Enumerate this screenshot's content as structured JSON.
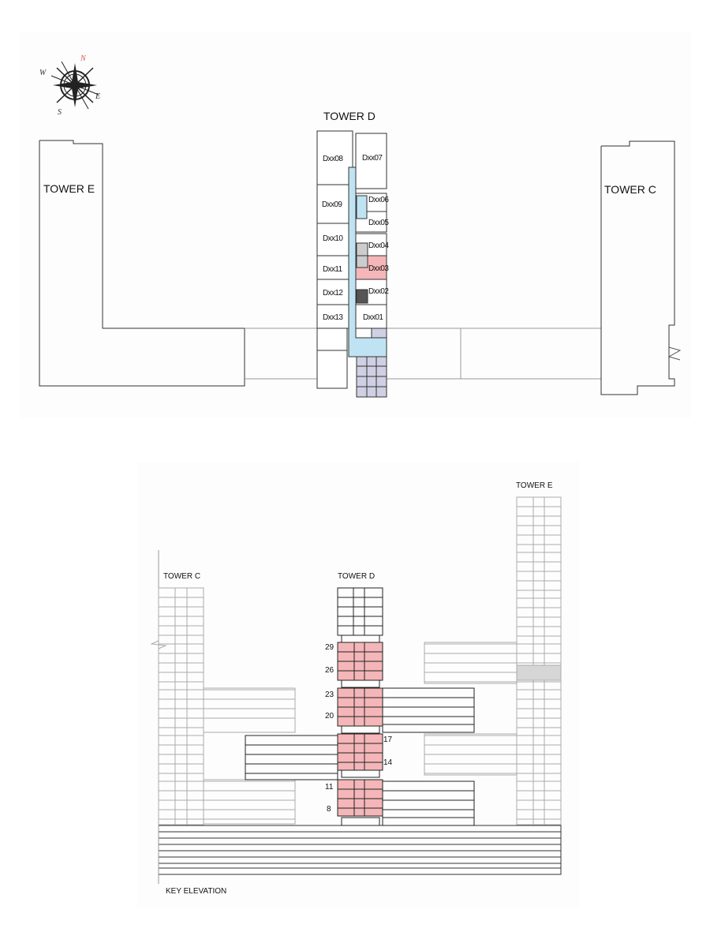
{
  "site_plan": {
    "compass": {
      "n": "N",
      "e": "E",
      "s": "S",
      "w": "W",
      "north_color": "#d9534f"
    },
    "tower_d_title": "TOWER D",
    "tower_e_label": "TOWER E",
    "tower_c_label": "TOWER C",
    "units": {
      "u08": "Dxx08",
      "u07": "Dxx07",
      "u09": "Dxx09",
      "u06": "Dxx06",
      "u05": "Dxx05",
      "u10": "Dxx10",
      "u04": "Dxx04",
      "u11": "Dxx11",
      "u03": "Dxx03",
      "u12": "Dxx12",
      "u02": "Dxx02",
      "u13": "Dxx13",
      "u01": "Dxx01"
    },
    "highlighted_unit": "Dxx03",
    "colors": {
      "corridor": "#bfe3f2",
      "highlight": "#f4b6b8",
      "service": "#d0d0e4",
      "gray": "#cccccc",
      "dark": "#555555"
    }
  },
  "elevation": {
    "tower_e_label": "TOWER E",
    "tower_c_label": "TOWER C",
    "tower_d_label": "TOWER D",
    "floors": {
      "f29": "29",
      "f26": "26",
      "f23": "23",
      "f20": "20",
      "f17": "17",
      "f14": "14",
      "f11": "11",
      "f8": "8"
    },
    "caption": "KEY ELEVATION"
  }
}
